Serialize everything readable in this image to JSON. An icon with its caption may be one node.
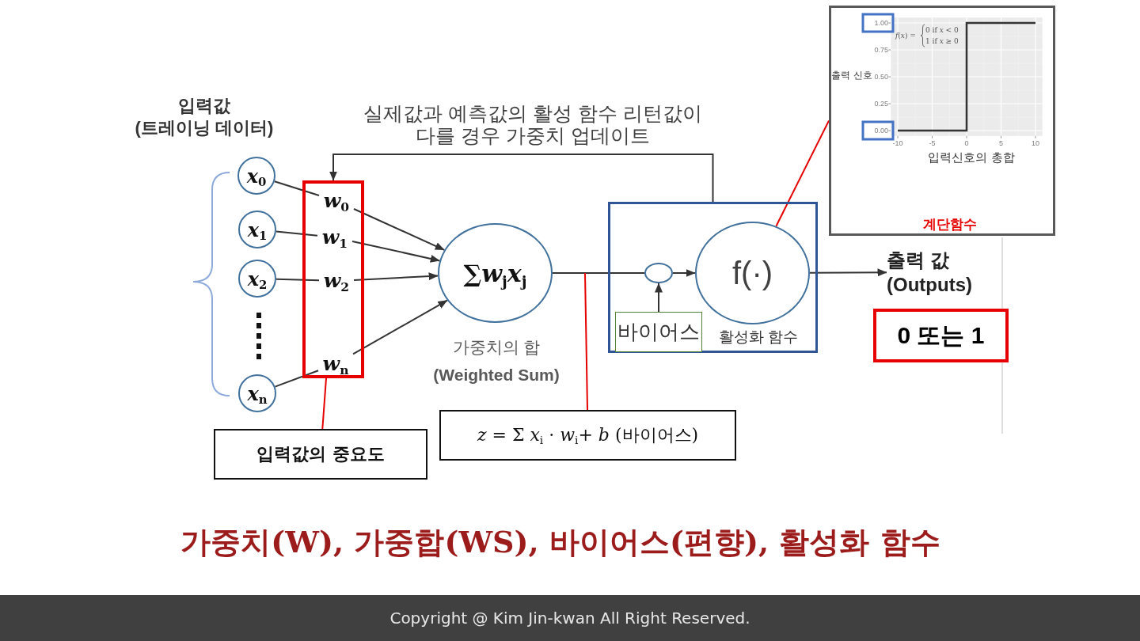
{
  "diagram": {
    "title": "가중치(W), 가중합(WS), 바이어스(편향), 활성화 함수",
    "nodes": [
      {
        "text": [
          "*x*$_{0}$"
        ]
      },
      {
        "text": [
          "*x*$_{1}$"
        ]
      },
      {
        "text": [
          "*x*$_{2}$"
        ]
      },
      {
        "text": [
          "*x*$_{n}$"
        ]
      },
      {
        "text": [],
        "shape": "box"
      },
      {
        "text": [
          "*w*$_{0}$"
        ],
        "in": 4
      },
      {
        "text": [
          "*w*$_{1}$"
        ],
        "in": 4
      },
      {
        "text": [
          "*w*$_{2}$"
        ],
        "in": 4
      },
      {
        "text": [
          "*w*$_{n}$"
        ],
        "in": 4
      },
      {
        "text": [
          "∑*w*$_{j}$*x*$_{j}$"
        ],
        "beside": [
          "가중치의 합 **(Weighted Sum)**"
        ]
      },
      {
        "text": [],
        "shape": "box"
      },
      {
        "text": [],
        "shape": "circle",
        "in": 10
      },
      {
        "text": [
          "바이어스"
        ],
        "in": 10
      },
      {
        "text": [
          "f(·)"
        ],
        "beside": [
          "활성화 함수"
        ],
        "in": 10
      },
      {
        "text": [
          "출력 값 (Outputs)"
        ]
      },
      {
        "text": [
          "0 또는 1"
        ]
      },
      {
        "text": [
          "계단함수"
        ]
      },
      {
        "text": [
          "입력값의 중요도"
        ]
      },
      {
        "text": [
          "*z* = Σ *x*$_{i}$ · *w*$_{i}$+ *b* (바이어스)"
        ]
      }
    ],
    "edges": [
      {
        "from": 0,
        "to": 5,
        "arrow": "none"
      },
      {
        "from": 1,
        "to": 6,
        "arrow": "none"
      },
      {
        "from": 2,
        "to": 7,
        "arrow": "none"
      },
      {
        "from": 3,
        "to": 8,
        "arrow": "none"
      },
      {
        "from": 5,
        "to": 9,
        "arrow": "to"
      },
      {
        "from": 6,
        "to": 9,
        "arrow": "to"
      },
      {
        "from": 7,
        "to": 9,
        "arrow": "to"
      },
      {
        "from": 8,
        "to": 9,
        "arrow": "to"
      },
      {
        "from": 9,
        "to": 11,
        "arrow": "none"
      },
      {
        "from": 11,
        "to": 13,
        "arrow": "to"
      },
      {
        "from": 12,
        "to": 11,
        "arrow": "to"
      },
      {
        "from": 13,
        "to": 14,
        "arrow": "to"
      },
      {
        "from": 10,
        "to": 4,
        "arrow": "to",
        "label": "실제값과 예측값의 활성 함수 리턴값이 다를 경우 가중치 업데이트"
      },
      {
        "from": 17,
        "to": 4,
        "arrow": "none",
        "color": "#e60000"
      },
      {
        "from": 18,
        "to": null,
        "arrow": "none",
        "color": "#e60000"
      },
      {
        "from": 13,
        "to": 16,
        "arrow": "none",
        "color": "#e60000"
      }
    ],
    "labels": [
      "입력값",
      "(트레이닝 데이터)",
      "Copyright @ Kim Jin-kwan All Right Reserved."
    ],
    "chart_data": {
      "type": "line",
      "xlabel": "입력신호의 총합",
      "ylabel": "출력 신호",
      "x": [
        -10,
        0,
        0,
        10
      ],
      "values": [
        0,
        0,
        1,
        1
      ],
      "xlim": [
        -10,
        10
      ],
      "ylim": [
        0,
        1
      ],
      "xticks": [
        -10,
        -5,
        0,
        5,
        10
      ],
      "yticks": [
        {
          "value": 0,
          "label": "0.00"
        },
        {
          "value": 0.25,
          "label": "0.25"
        },
        {
          "value": 0.5,
          "label": "0.50"
        },
        {
          "value": 0.75,
          "label": "0.75"
        },
        {
          "value": 1,
          "label": "1.00"
        }
      ],
      "grid": true,
      "annotations": [
        "*f*(*x*) =",
        "0 if *x* < 0",
        "1 if *x* ≥ 0"
      ]
    }
  }
}
